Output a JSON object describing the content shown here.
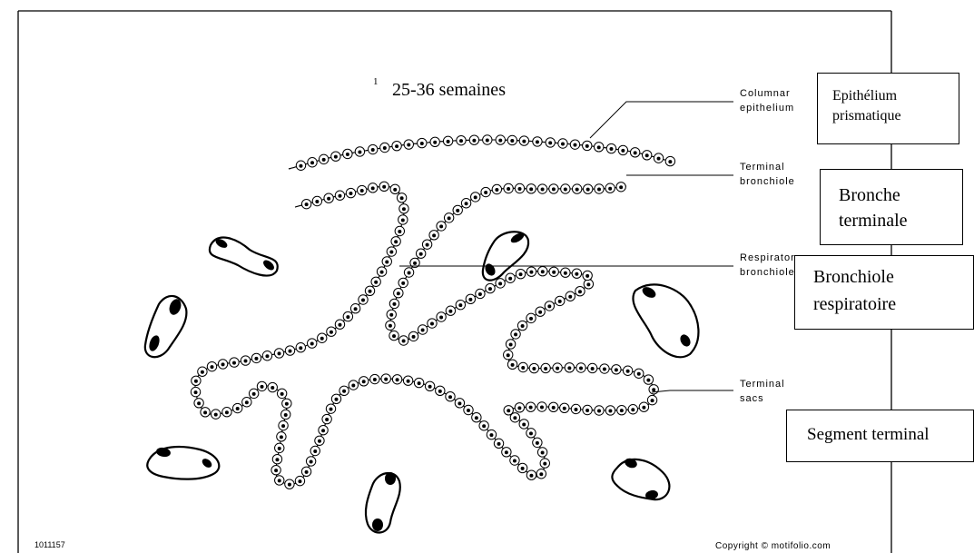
{
  "title": "25-36 semaines",
  "stray_mark": "1",
  "figure_id": "1011157",
  "copyright": "Copyright © motifolio.com",
  "english_labels": {
    "columnar_line1": "Columnar",
    "columnar_line2": "epithelium",
    "terminal_bronchiole_line1": "Terminal",
    "terminal_bronchiole_line2": "bronchiole",
    "respiratory_line1": "Respiratory",
    "respiratory_line2": "bronchiole",
    "terminal_sacs_line1": "Terminal",
    "terminal_sacs_line2": "sacs"
  },
  "french_labels": {
    "epithelium_line1": "Epithélium",
    "epithelium_line2": "prismatique",
    "bronche_line1": "Bronche",
    "bronche_line2": "terminale",
    "bronchiole_line1": "Bronchiole",
    "bronchiole_line2": "respiratoire",
    "segment": "Segment terminal"
  },
  "colors": {
    "ink": "#000000",
    "background": "#ffffff"
  }
}
